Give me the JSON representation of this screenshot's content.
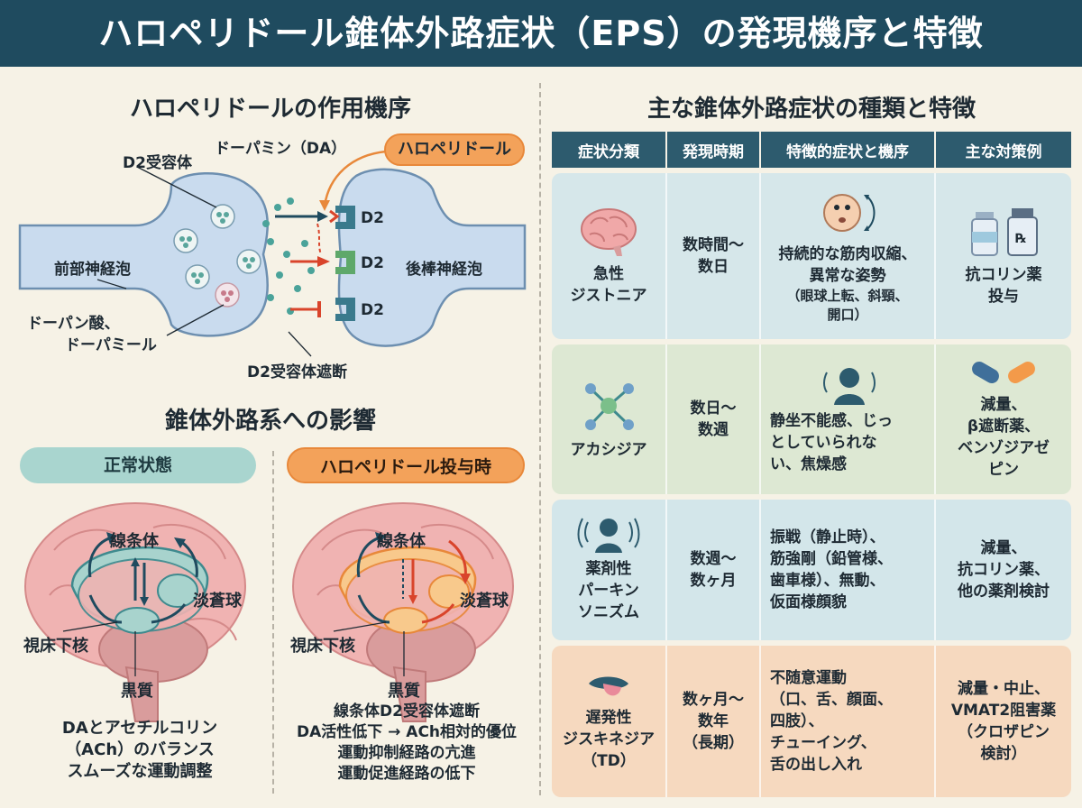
{
  "title": "ハロペリドール錐体外路症状（EPS）の発現機序と特徴",
  "mechanism": {
    "heading": "ハロペリドールの作用機序",
    "d2_receptor": "D2受容体",
    "dopamine": "ドーパミン（DA）",
    "haloperidol_tag": "ハロペリドール",
    "presynaptic": "前部神経泡",
    "postsynaptic": "後棒神経泡",
    "metabolite_1": "ドーパン酸、",
    "metabolite_2": "ドーパミール",
    "blockade": "D2受容体遮断",
    "d2_labels": [
      "D2",
      "D2",
      "D2"
    ]
  },
  "impact": {
    "heading": "錐体外路系への影響",
    "normal": {
      "label": "正常状態",
      "striatum": "線条体",
      "globus_pallidus": "淡蒼球",
      "subthalamic": "視床下核",
      "substantia_nigra": "黒質",
      "caption": [
        "DAとアセチルコリン",
        "（ACh）のバランス",
        "スムーズな運動調整"
      ]
    },
    "haloperidol": {
      "label": "ハロペリドール投与時",
      "striatum": "線条体",
      "globus_pallidus": "淡蒼球",
      "subthalamic": "視床下核",
      "substantia_nigra": "黒質",
      "caption": [
        "線条体D2受容体遮断",
        "DA活性低下 → ACh相対的優位",
        "運動抑制経路の亢進",
        "運動促進経路の低下"
      ]
    }
  },
  "table": {
    "heading": "主な錐体外路症状の種類と特徴",
    "headers": [
      "症状分類",
      "発現時期",
      "特徴的症状と機序",
      "主な対策例"
    ],
    "rows": [
      {
        "icon": "brain-icon",
        "name": [
          "急性",
          "ジストニア"
        ],
        "onset": [
          "数時間〜",
          "数日"
        ],
        "symptoms": [
          "持続的な筋肉収縮、",
          "異常な姿勢"
        ],
        "symptoms_note": [
          "（眼球上転、斜頸、",
          "開口）"
        ],
        "countermeasure": [
          "抗コリン薬",
          "投与"
        ],
        "color": "#d6e7ea"
      },
      {
        "icon": "molecule-icon",
        "name": [
          "アカシジア"
        ],
        "onset": [
          "数日〜",
          "数週"
        ],
        "symptoms": [
          "静坐不能感、じっ",
          "としていられな",
          "い、焦燥感"
        ],
        "symptoms_note": [],
        "countermeasure": [
          "減量、",
          "β遮断薬、",
          "ベンゾジアゼ",
          "ピン"
        ],
        "color": "#dde8d3"
      },
      {
        "icon": "tremor-icon",
        "name": [
          "薬剤性",
          "パーキン",
          "ソニズム"
        ],
        "onset": [
          "数週〜",
          "数ヶ月"
        ],
        "symptoms": [
          "振戦（静止時）、",
          "筋強剛（鉛管様、",
          "歯車様）、無動、",
          "仮面様顔貌"
        ],
        "symptoms_note": [],
        "countermeasure": [
          "減量、",
          "抗コリン薬、",
          "他の薬剤検討"
        ],
        "color": "#d3e6ea"
      },
      {
        "icon": "tongue-icon",
        "name": [
          "遅発性",
          "ジスキネジア",
          "（TD）"
        ],
        "onset": [
          "数ヶ月〜",
          "数年",
          "（長期）"
        ],
        "symptoms": [
          "不随意運動",
          "（口、舌、顔面、",
          "四肢）、",
          "チューイング、",
          "舌の出し入れ"
        ],
        "symptoms_note": [],
        "countermeasure": [
          "減量・中止、",
          "VMAT2阻害薬",
          "（クロザピン",
          "検討）"
        ],
        "color": "#f6d9bf"
      }
    ]
  }
}
